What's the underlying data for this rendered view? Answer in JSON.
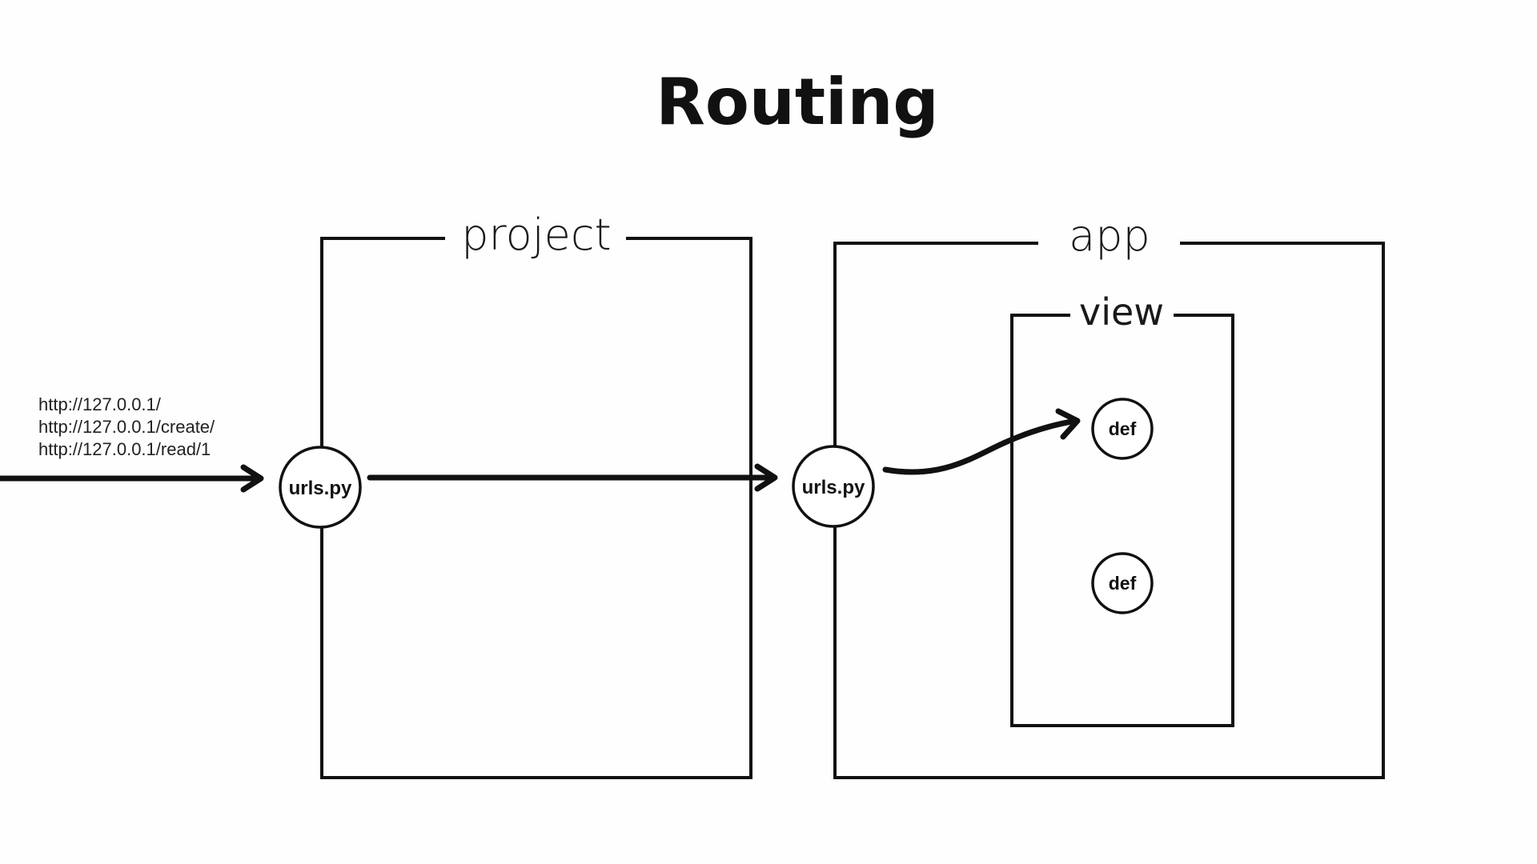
{
  "title": "Routing",
  "boxes": {
    "project": {
      "label": "project"
    },
    "app": {
      "label": "app"
    },
    "view": {
      "label": "view"
    }
  },
  "nodes": {
    "project_urls": {
      "label": "urls.py"
    },
    "app_urls": {
      "label": "urls.py"
    },
    "def_1": {
      "label": "def"
    },
    "def_2": {
      "label": "def"
    }
  },
  "request_urls": [
    "http://127.0.0.1/",
    "http://127.0.0.1/create/",
    "http://127.0.0.1/read/1"
  ]
}
